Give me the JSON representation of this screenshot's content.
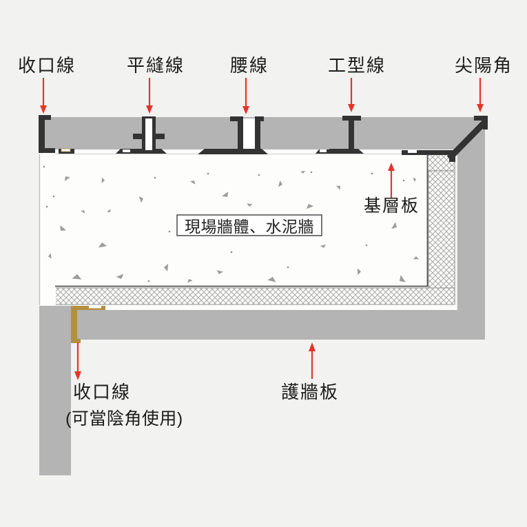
{
  "diagram": {
    "type": "wall-panel-installation-cross-section",
    "labels": {
      "closure_top": "收口線",
      "flat_seam": "平縫線",
      "waist": "腰線",
      "i_type": "工型線",
      "sharp_corner": "尖陽角",
      "base_layer": "基層板",
      "site_wall": "現場牆體、水泥牆",
      "closure_bottom": "收口線",
      "closure_bottom_note": "(可當陰角使用)",
      "wall_panel": "護牆板"
    },
    "colors": {
      "background": "#f2f2f1",
      "panel_gray": "#b4b4b4",
      "profile_dark": "#333333",
      "trim_gold": "#b3903e",
      "arrow_red": "#e53528",
      "hatch_line": "#a9a9a9",
      "text": "#1c1c1c"
    }
  }
}
